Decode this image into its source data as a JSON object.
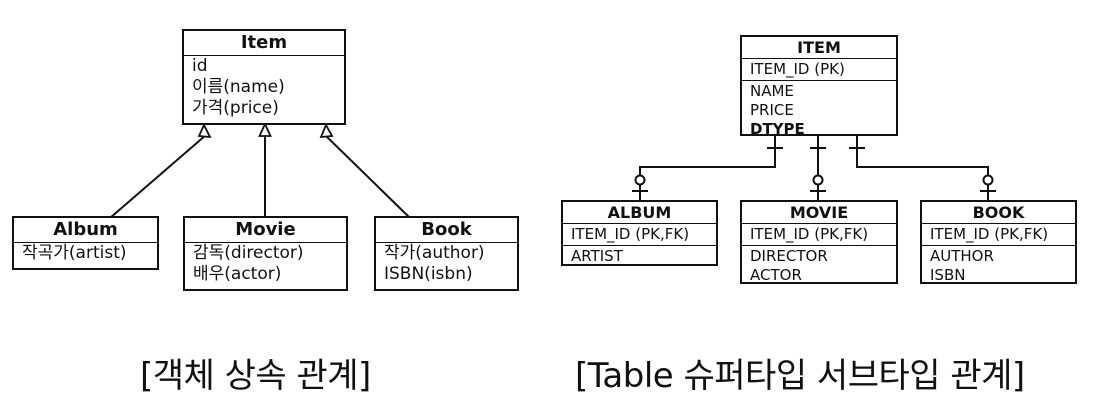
{
  "object_model": {
    "item": {
      "title": "Item",
      "attributes": [
        "id",
        "이름(name)",
        "가격(price)"
      ]
    },
    "album": {
      "title": "Album",
      "attributes": [
        "작곡가(artist)"
      ]
    },
    "movie": {
      "title": "Movie",
      "attributes": [
        "감독(director)",
        "배우(actor)"
      ]
    },
    "book": {
      "title": "Book",
      "attributes": [
        "작가(author)",
        "ISBN(isbn)"
      ]
    },
    "caption": "[객체 상속 관계]"
  },
  "table_model": {
    "item": {
      "title": "ITEM",
      "key": "ITEM_ID (PK)",
      "columns": [
        "NAME",
        "PRICE",
        "DTYPE"
      ]
    },
    "album": {
      "title": "ALBUM",
      "key": "ITEM_ID (PK,FK)",
      "columns": [
        "ARTIST"
      ]
    },
    "movie": {
      "title": "MOVIE",
      "key": "ITEM_ID (PK,FK)",
      "columns": [
        "DIRECTOR",
        "ACTOR"
      ]
    },
    "book": {
      "title": "BOOK",
      "key": "ITEM_ID (PK,FK)",
      "columns": [
        "AUTHOR",
        "ISBN"
      ]
    },
    "caption": "[Table 슈퍼타입 서브타입 관계]"
  }
}
